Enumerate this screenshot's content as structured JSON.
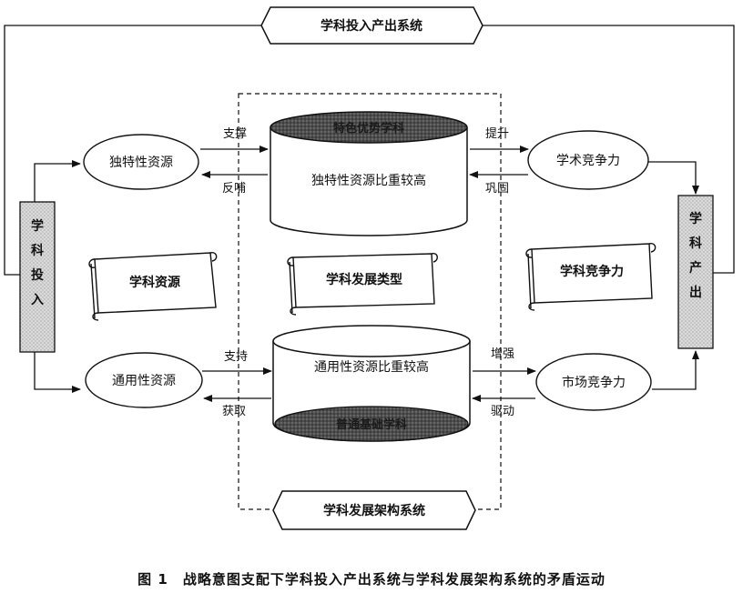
{
  "top_system": "学科投入产出系统",
  "bottom_system": "学科发展架构系统",
  "input_box": [
    "学",
    "科",
    "投",
    "入"
  ],
  "output_box": [
    "学",
    "科",
    "产",
    "出"
  ],
  "resources": {
    "unique": "独特性资源",
    "general": "通用性资源",
    "scroll_label": "学科资源"
  },
  "types": {
    "top_cylinder_cap": "特色优势学科",
    "top_cylinder_body": "独特性资源比重较高",
    "bottom_cylinder_cap": "普通基础学科",
    "bottom_cylinder_body": "通用性资源比重较高",
    "scroll_label": "学科发展类型"
  },
  "competitiveness": {
    "academic": "学术竞争力",
    "market": "市场竞争力",
    "scroll_label": "学科竞争力"
  },
  "flows": {
    "support_top": "支撑",
    "feedback": "反哺",
    "support_bottom": "支持",
    "obtain": "获取",
    "improve": "提升",
    "consolidate": "巩固",
    "strengthen": "增强",
    "drive": "驱动"
  },
  "caption": "图 1　战略意图支配下学科投入产出系统与学科发展架构系统的矛盾运动",
  "colors": {
    "line": "#111111",
    "box_fill": "#d4d4d4",
    "cap_fill": "#5a5a5a"
  }
}
